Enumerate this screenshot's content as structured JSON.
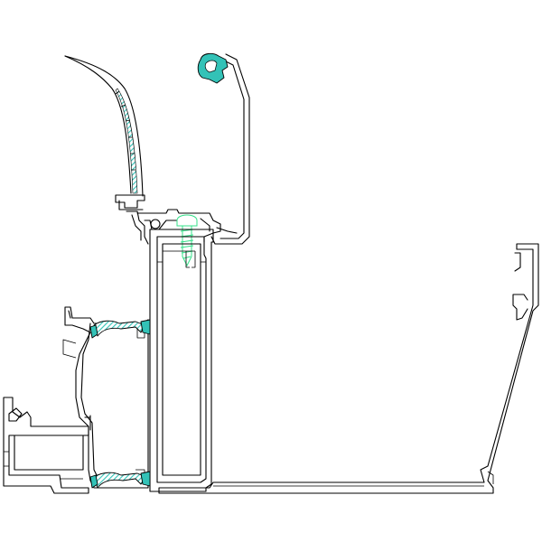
{
  "drawing": {
    "background": "#ffffff",
    "line_color": "#000000",
    "seal_fill": "#33c2b7",
    "screw_color": "#35e08a"
  },
  "components": [
    "curved-cover-profile",
    "cover-clip-profile",
    "rubber-gasket",
    "mounting-screw",
    "vertical-mullion-profile",
    "window-frame-profile",
    "thermal-break-strip",
    "gutter-profile"
  ]
}
